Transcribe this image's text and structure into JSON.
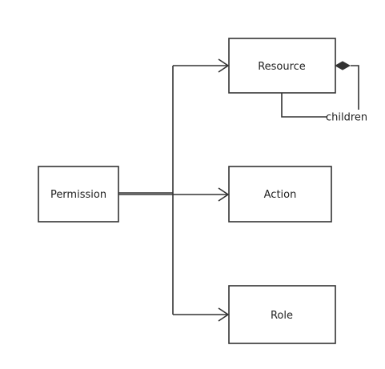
{
  "diagram": {
    "nodes": {
      "permission": {
        "label": "Permission"
      },
      "resource": {
        "label": "Resource"
      },
      "action": {
        "label": "Action"
      },
      "role": {
        "label": "Role"
      }
    },
    "edges": {
      "permission_to_resource": {
        "from": "Permission",
        "to": "Resource",
        "type": "arrow"
      },
      "permission_to_action": {
        "from": "Permission",
        "to": "Action",
        "type": "arrow"
      },
      "permission_to_role": {
        "from": "Permission",
        "to": "Role",
        "type": "arrow"
      },
      "resource_children": {
        "from": "Resource",
        "to": "Resource",
        "type": "composition",
        "label": "children"
      }
    },
    "colors": {
      "stroke": "#333333",
      "background": "#ffffff",
      "text": "#222222"
    }
  }
}
